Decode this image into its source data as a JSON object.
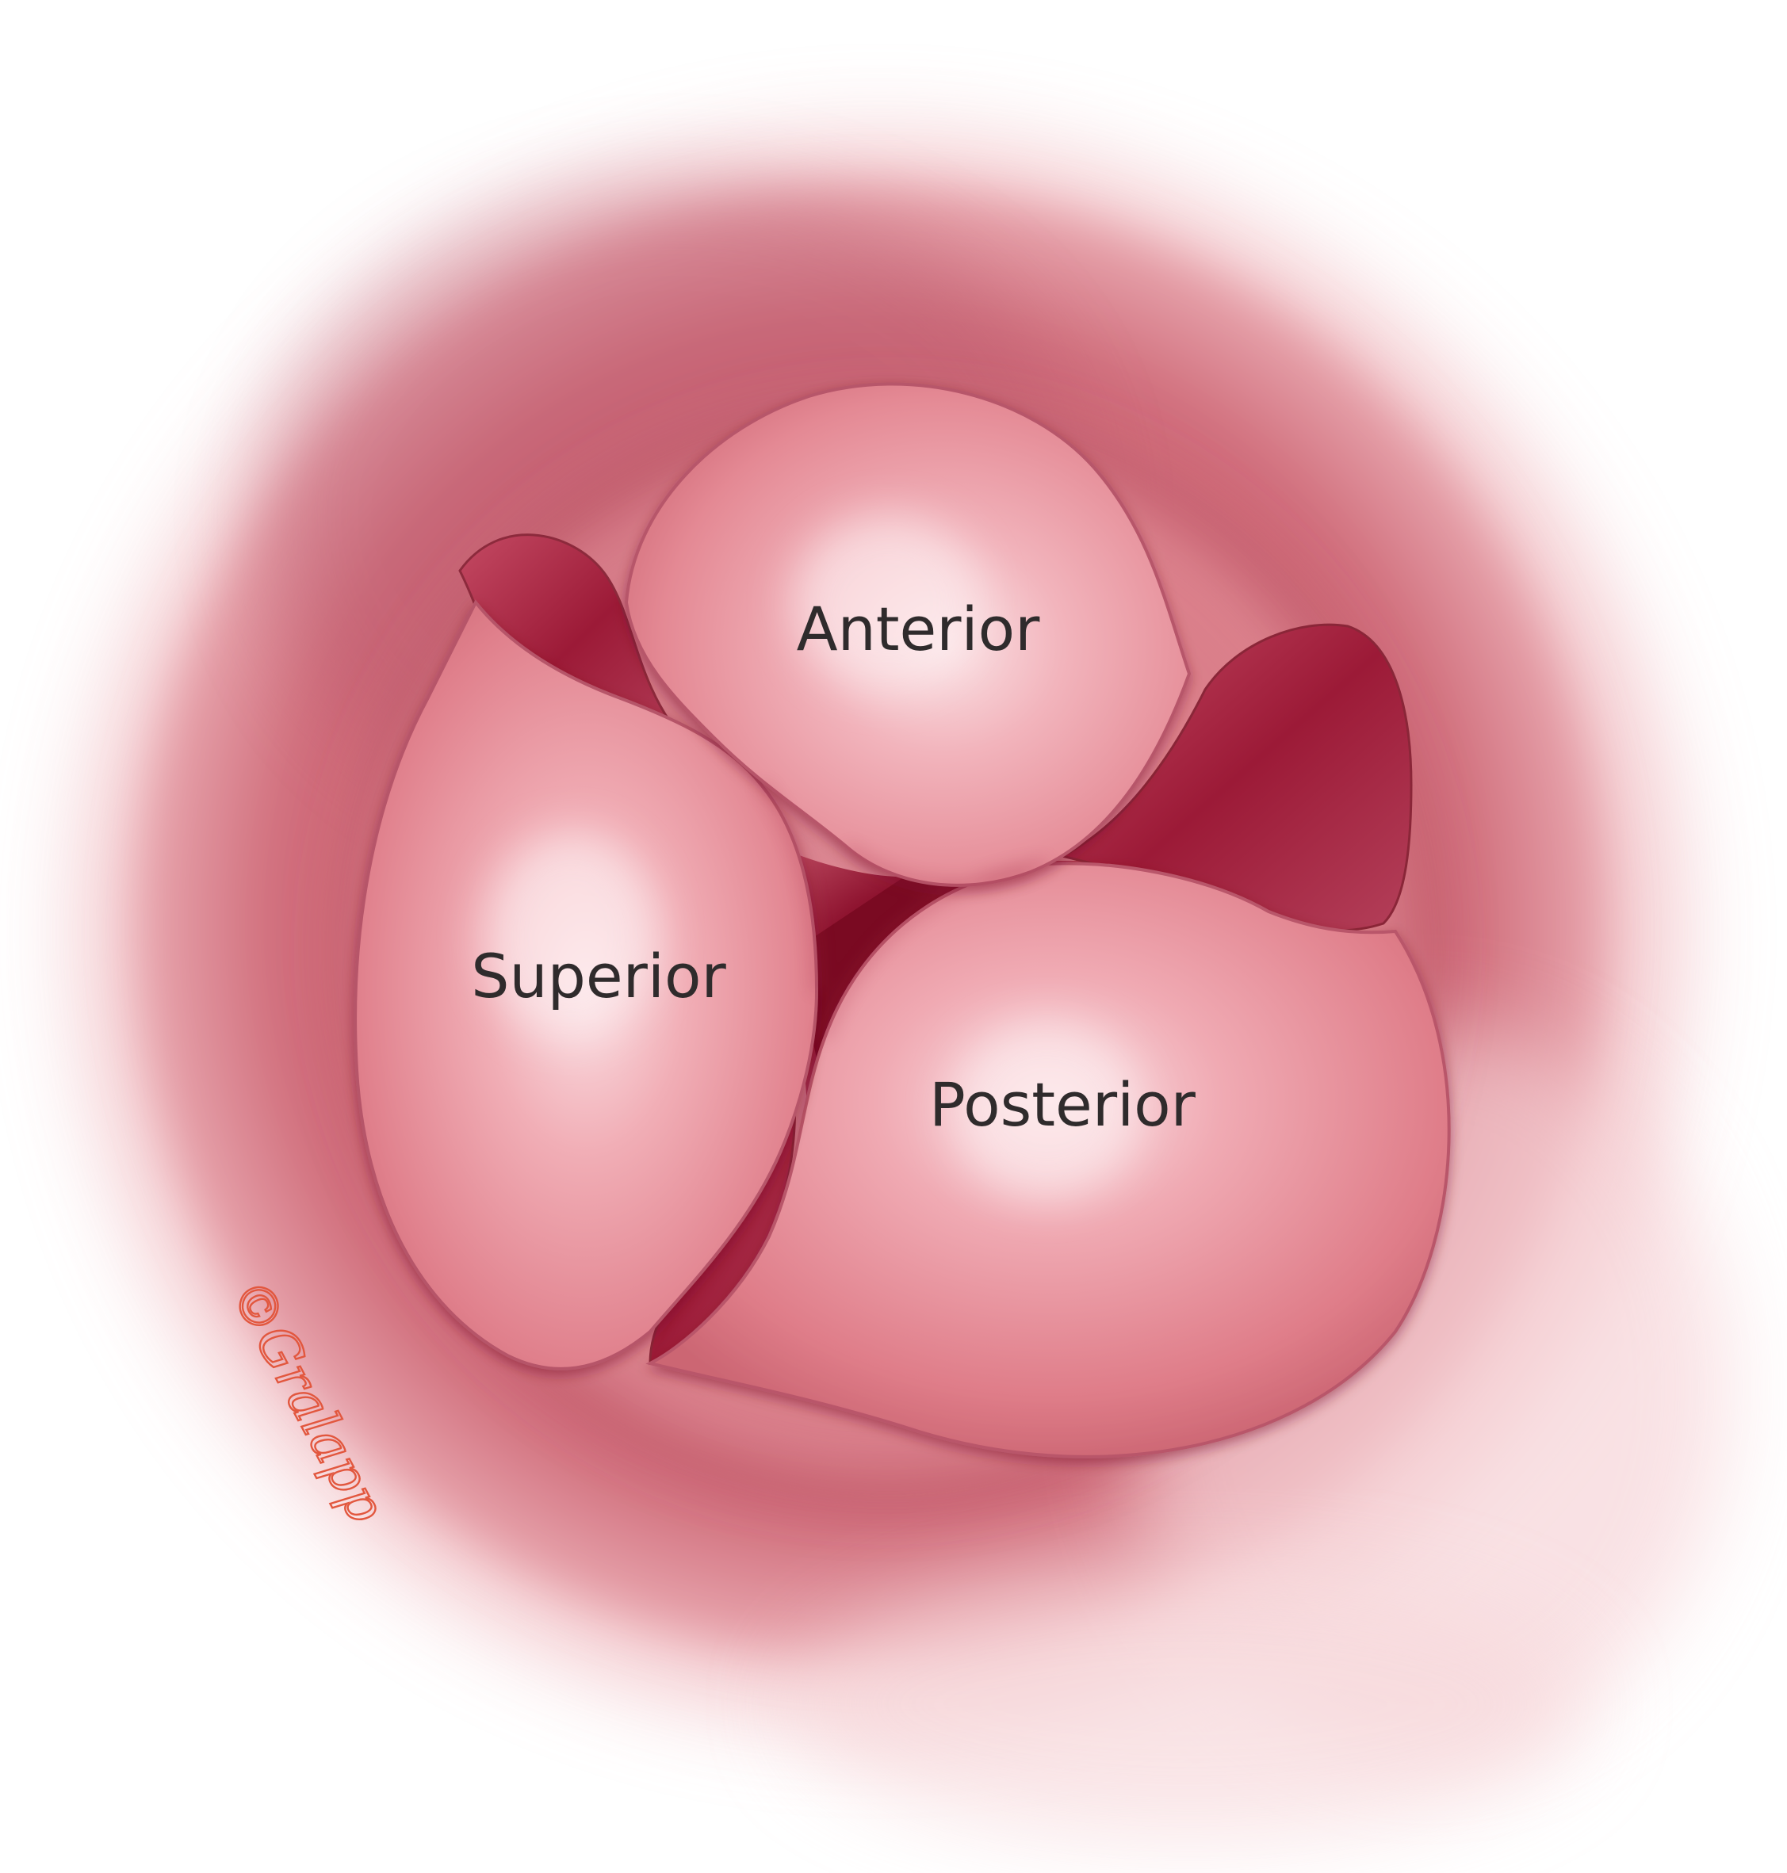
{
  "illustration": {
    "subject": "three-leaflet valve, viewed end-on",
    "leaflets": [
      {
        "id": "anterior",
        "label": "Anterior"
      },
      {
        "id": "superior",
        "label": "Superior"
      },
      {
        "id": "posterior",
        "label": "Posterior"
      }
    ],
    "signature": "©Gralapp",
    "colors": {
      "background": "#ffffff",
      "outer_tissue": "#d97a86",
      "outer_tissue_dark": "#c05f6e",
      "annulus_shadow": "#b8505f",
      "leaflet_light": "#f7d3d8",
      "leaflet_mid": "#ee9ba4",
      "leaflet_edge": "#cf6a77",
      "orifice_dark": "#7d0a22",
      "orifice_mid": "#a8213c",
      "label_text": "#2f2b2c",
      "signature": "#e2573e"
    }
  }
}
